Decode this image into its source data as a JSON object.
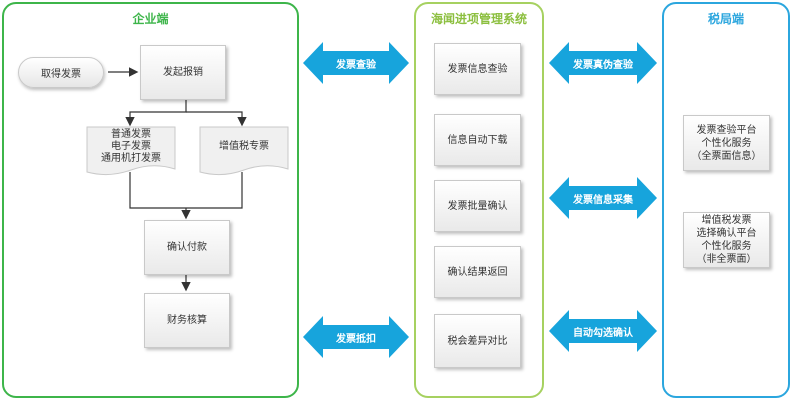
{
  "colors": {
    "enterprise": "#3db54a",
    "customs": "#a6d160",
    "tax": "#2ba6de",
    "arrow": "#17a4dc"
  },
  "enterprise": {
    "title": "企业端",
    "obtain": "取得发票",
    "initiate": "发起报销",
    "doc_ordinary": "普通发票\n电子发票\n通用机打发票",
    "doc_vat": "增值税专票",
    "confirm_pay": "确认付款",
    "accounting": "财务核算"
  },
  "customs": {
    "title": "海闻进项管理系统",
    "steps": [
      "发票信息查验",
      "信息自动下载",
      "发票批量确认",
      "确认结果返回",
      "税会差异对比"
    ]
  },
  "tax": {
    "title": "税局端",
    "platform1": "发票查验平台\n个性化服务\n（全票面信息）",
    "platform2": "增值税发票\n选择确认平台\n个性化服务\n（非全票面）"
  },
  "arrows": {
    "invoice_check": "发票查验",
    "invoice_deduct": "发票抵扣",
    "authenticity_check": "发票真伪查验",
    "info_collect": "发票信息采集",
    "auto_confirm": "自动勾选确认"
  }
}
